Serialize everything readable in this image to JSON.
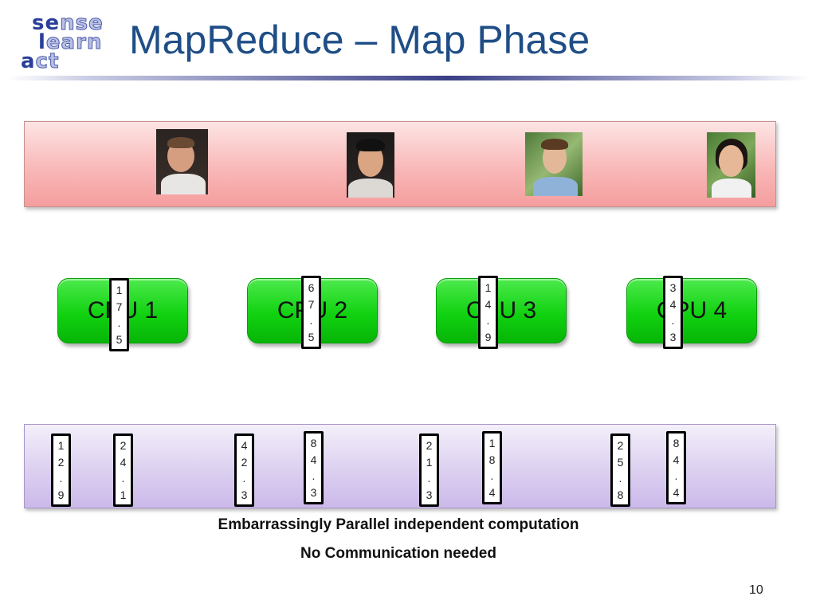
{
  "logo": {
    "line1": "sense",
    "line2": "learn",
    "line3": "act"
  },
  "title": "MapReduce – Map Phase",
  "people": [
    "person-photo-1",
    "person-photo-2",
    "person-photo-3",
    "person-photo-4"
  ],
  "cpus": [
    {
      "label": "CPU 1",
      "tag": [
        "1",
        "7",
        ".",
        "5"
      ]
    },
    {
      "label": "CPU 2",
      "tag": [
        "6",
        "7",
        ".",
        "5"
      ]
    },
    {
      "label": "CPU 3",
      "tag": [
        "1",
        "4",
        ".",
        "9"
      ]
    },
    {
      "label": "CPU 4",
      "tag": [
        "3",
        "4",
        ".",
        "3"
      ]
    }
  ],
  "data_values": [
    [
      "1",
      "2",
      ".",
      "9"
    ],
    [
      "2",
      "4",
      ".",
      "1"
    ],
    [
      "4",
      "2",
      ".",
      "3"
    ],
    [
      "8",
      "4",
      ".",
      "3"
    ],
    [
      "2",
      "1",
      ".",
      "3"
    ],
    [
      "1",
      "8",
      ".",
      "4"
    ],
    [
      "2",
      "5",
      ".",
      "8"
    ],
    [
      "8",
      "4",
      ".",
      "4"
    ]
  ],
  "caption1": "Embarrassingly Parallel independent computation",
  "caption2": "No Communication needed",
  "page_number": "10",
  "colors": {
    "title": "#1f4e86",
    "cpu_green": "#11d211",
    "people_band": "#f9b8b8",
    "data_band": "#dcd0f0"
  }
}
